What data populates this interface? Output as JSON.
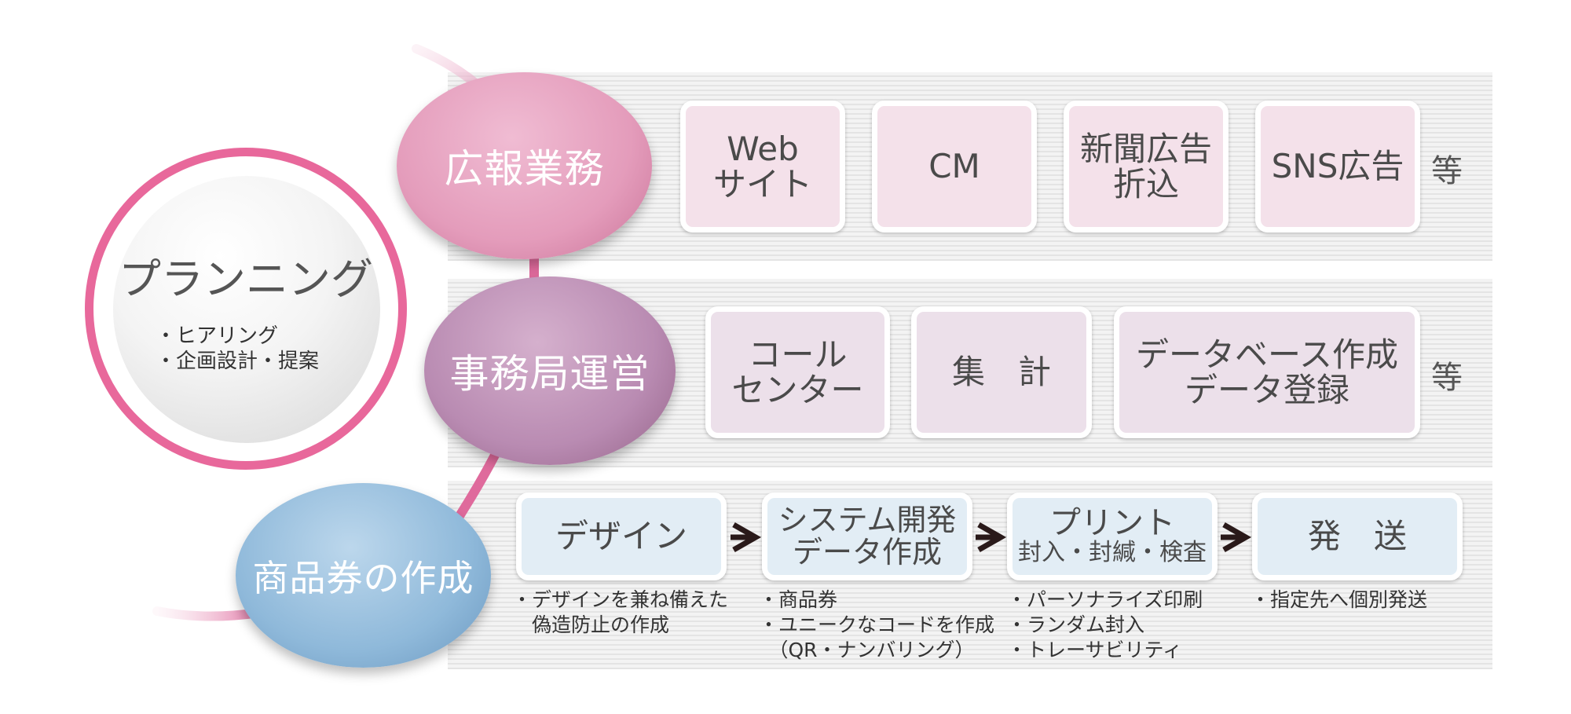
{
  "planning": {
    "title": "プランニング",
    "bullets": [
      "・ヒアリング",
      "・企画設計・提案"
    ]
  },
  "rows": [
    {
      "label": "広報業務",
      "items": [
        [
          "Web",
          "サイト"
        ],
        [
          "CM"
        ],
        [
          "新聞広告",
          "折込"
        ],
        [
          "SNS広告"
        ]
      ],
      "trailing": "等"
    },
    {
      "label": "事務局運営",
      "items": [
        [
          "コール",
          "センター"
        ],
        [
          "集　計"
        ],
        [
          "データベース作成",
          "データ登録"
        ]
      ],
      "trailing": "等"
    },
    {
      "label": "商品券の作成",
      "items": [
        [
          "デザイン"
        ],
        [
          "システム開発",
          "データ作成"
        ],
        [
          "プリント",
          "封入・封緘・検査"
        ],
        [
          "発　送"
        ]
      ],
      "notes": [
        [
          "・デザインを兼ね備えた",
          "　偽造防止の作成"
        ],
        [
          "・商品券",
          "・ユニークなコードを作成",
          "　（QR・ナンバリング）"
        ],
        [
          "・パーソナライズ印刷",
          "・ランダム封入",
          "・トレーサビリティ"
        ],
        [
          "・指定先へ個別発送"
        ]
      ]
    }
  ],
  "colors": {
    "ring": "#e8689b",
    "row1_ellipse": "#e49cbb",
    "row2_ellipse": "#b98bb2",
    "row3_ellipse": "#8fb9da",
    "arrow": "#2a1a1a"
  },
  "icons": {
    "arrow": "right-arrow-icon"
  }
}
